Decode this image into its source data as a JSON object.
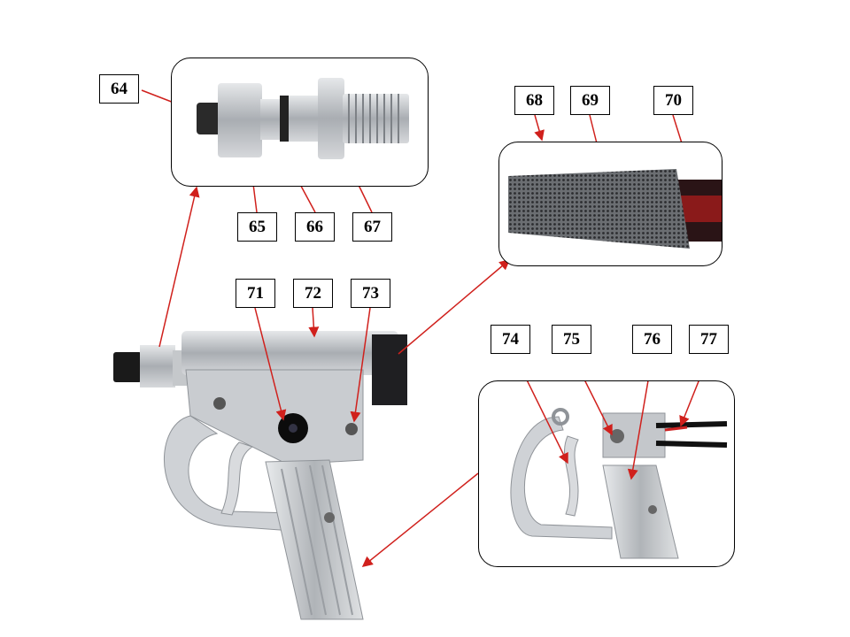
{
  "callouts": {
    "l64": "64",
    "l65": "65",
    "l66": "66",
    "l67": "67",
    "l68": "68",
    "l69": "69",
    "l70": "70",
    "l71": "71",
    "l72": "72",
    "l73": "73",
    "l74": "74",
    "l75": "75",
    "l76": "76",
    "l77": "77"
  },
  "colors": {
    "arrow": "#d0201c",
    "metal": "#b9bcc0",
    "frame": "#000000"
  }
}
